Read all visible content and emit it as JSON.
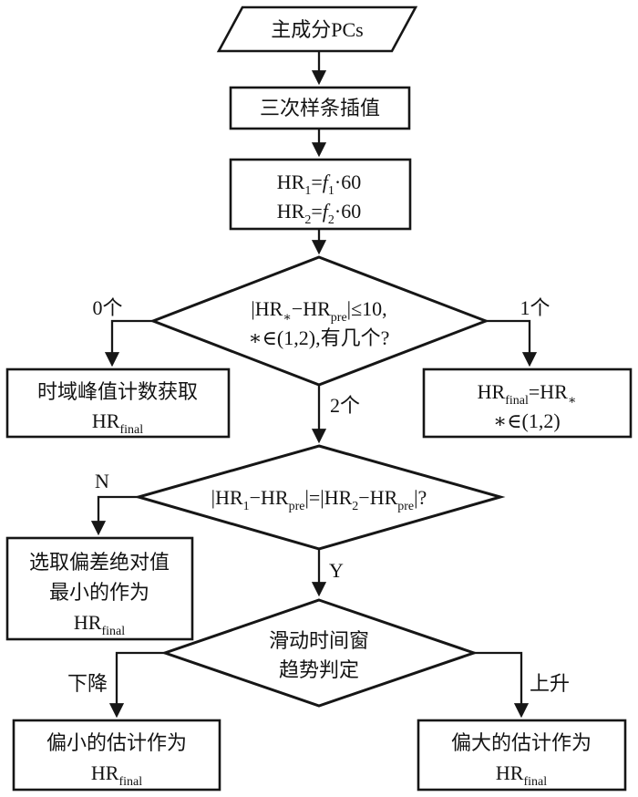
{
  "nodes": {
    "pcs": {
      "label": "主成分PCs"
    },
    "spline": {
      "label": "三次样条插值"
    },
    "hrcalc": {
      "l1_hr": "HR",
      "l1_hrsub": "1",
      "l1_eq": "=",
      "l1_f": "f",
      "l1_fsub": "1",
      "l1_tail": "·60",
      "l2_hr": "HR",
      "l2_hrsub": "2",
      "l2_eq": "=",
      "l2_f": "f",
      "l2_fsub": "2",
      "l2_tail": "·60"
    },
    "decide_count": {
      "l1_a": "|HR",
      "l1_star": "∗",
      "l1_b": "−HR",
      "l1_pre": "pre",
      "l1_c": "|≤10,",
      "l2": "∗∈(1,2),有几个?"
    },
    "peak_count": {
      "line1": "时域峰值计数获取",
      "hr": "HR",
      "sub": "final"
    },
    "single": {
      "l1_hr": "HR",
      "l1_final": "final",
      "l1_b": "=HR",
      "l1_star": "∗",
      "l2": "∗∈(1,2)"
    },
    "decide_equal": {
      "a": "|HR",
      "s1": "1",
      "b": "−HR",
      "p1": "pre",
      "c": "|=|HR",
      "s2": "2",
      "d": "−HR",
      "p2": "pre",
      "e": "|?"
    },
    "min_abs": {
      "line1": "选取偏差绝对值",
      "line2": "最小的作为",
      "hr": "HR",
      "sub": "final"
    },
    "trend": {
      "line1": "滑动时间窗",
      "line2": "趋势判定"
    },
    "smaller": {
      "line1": "偏小的估计作为",
      "hr": "HR",
      "sub": "final"
    },
    "larger": {
      "line1": "偏大的估计作为",
      "hr": "HR",
      "sub": "final"
    }
  },
  "labels": {
    "zero": "0个",
    "one": "1个",
    "two": "2个",
    "no": "N",
    "yes": "Y",
    "down": "下降",
    "up": "上升"
  }
}
